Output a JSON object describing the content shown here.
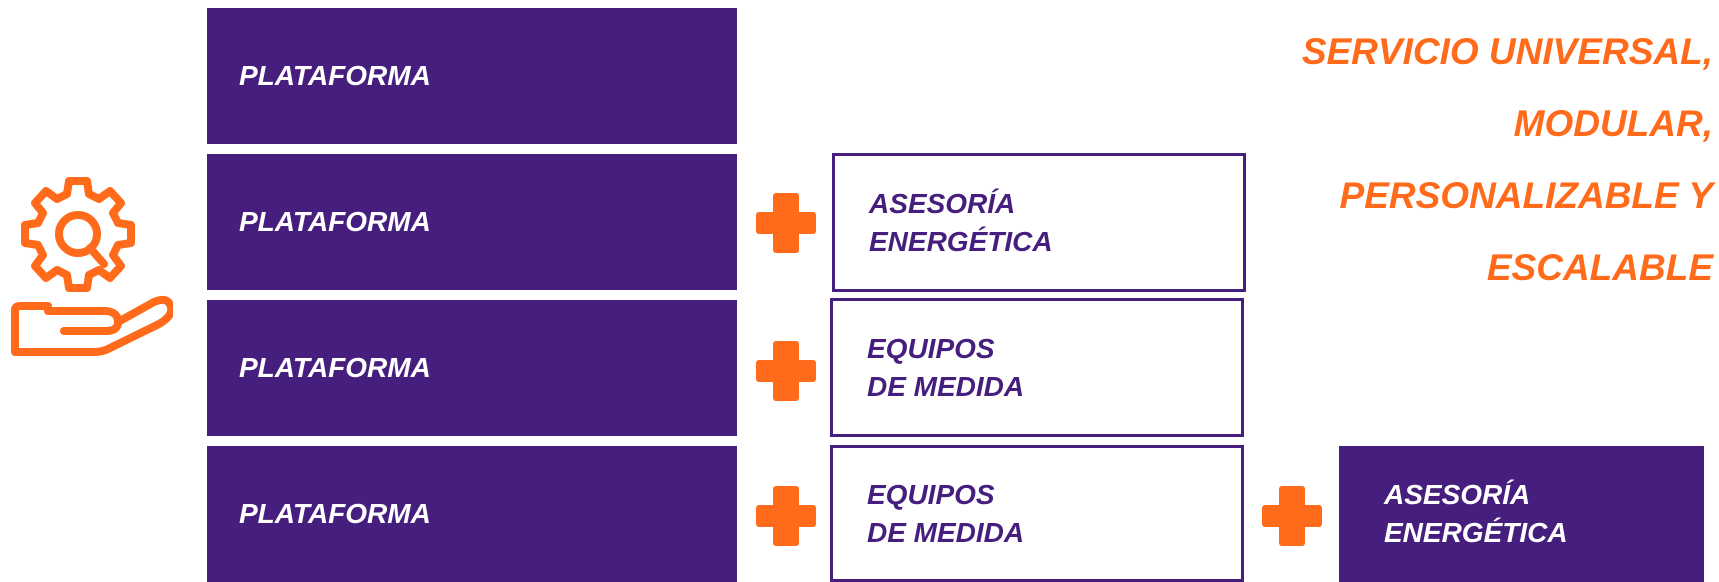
{
  "rows": [
    {
      "platform_label": "PLATAFORMA"
    },
    {
      "platform_label": "PLATAFORMA",
      "addon1": [
        "ASESORÍA",
        "ENERGÉTICA"
      ]
    },
    {
      "platform_label": "PLATAFORMA",
      "addon1": [
        "EQUIPOS",
        "DE MEDIDA"
      ]
    },
    {
      "platform_label": "PLATAFORMA",
      "addon1": [
        "EQUIPOS",
        "DE MEDIDA"
      ],
      "addon2": [
        "ASESORÍA",
        "ENERGÉTICA"
      ]
    }
  ],
  "tagline": [
    "SERVICIO UNIVERSAL,",
    "MODULAR,",
    "PERSONALIZABLE Y",
    "ESCALABLE"
  ],
  "colors": {
    "purple": "#461e7d",
    "orange": "#ff6b1a",
    "background": "#ffffff"
  },
  "icons": {
    "service": "hand-with-gear-icon",
    "combine": "plus-icon"
  }
}
